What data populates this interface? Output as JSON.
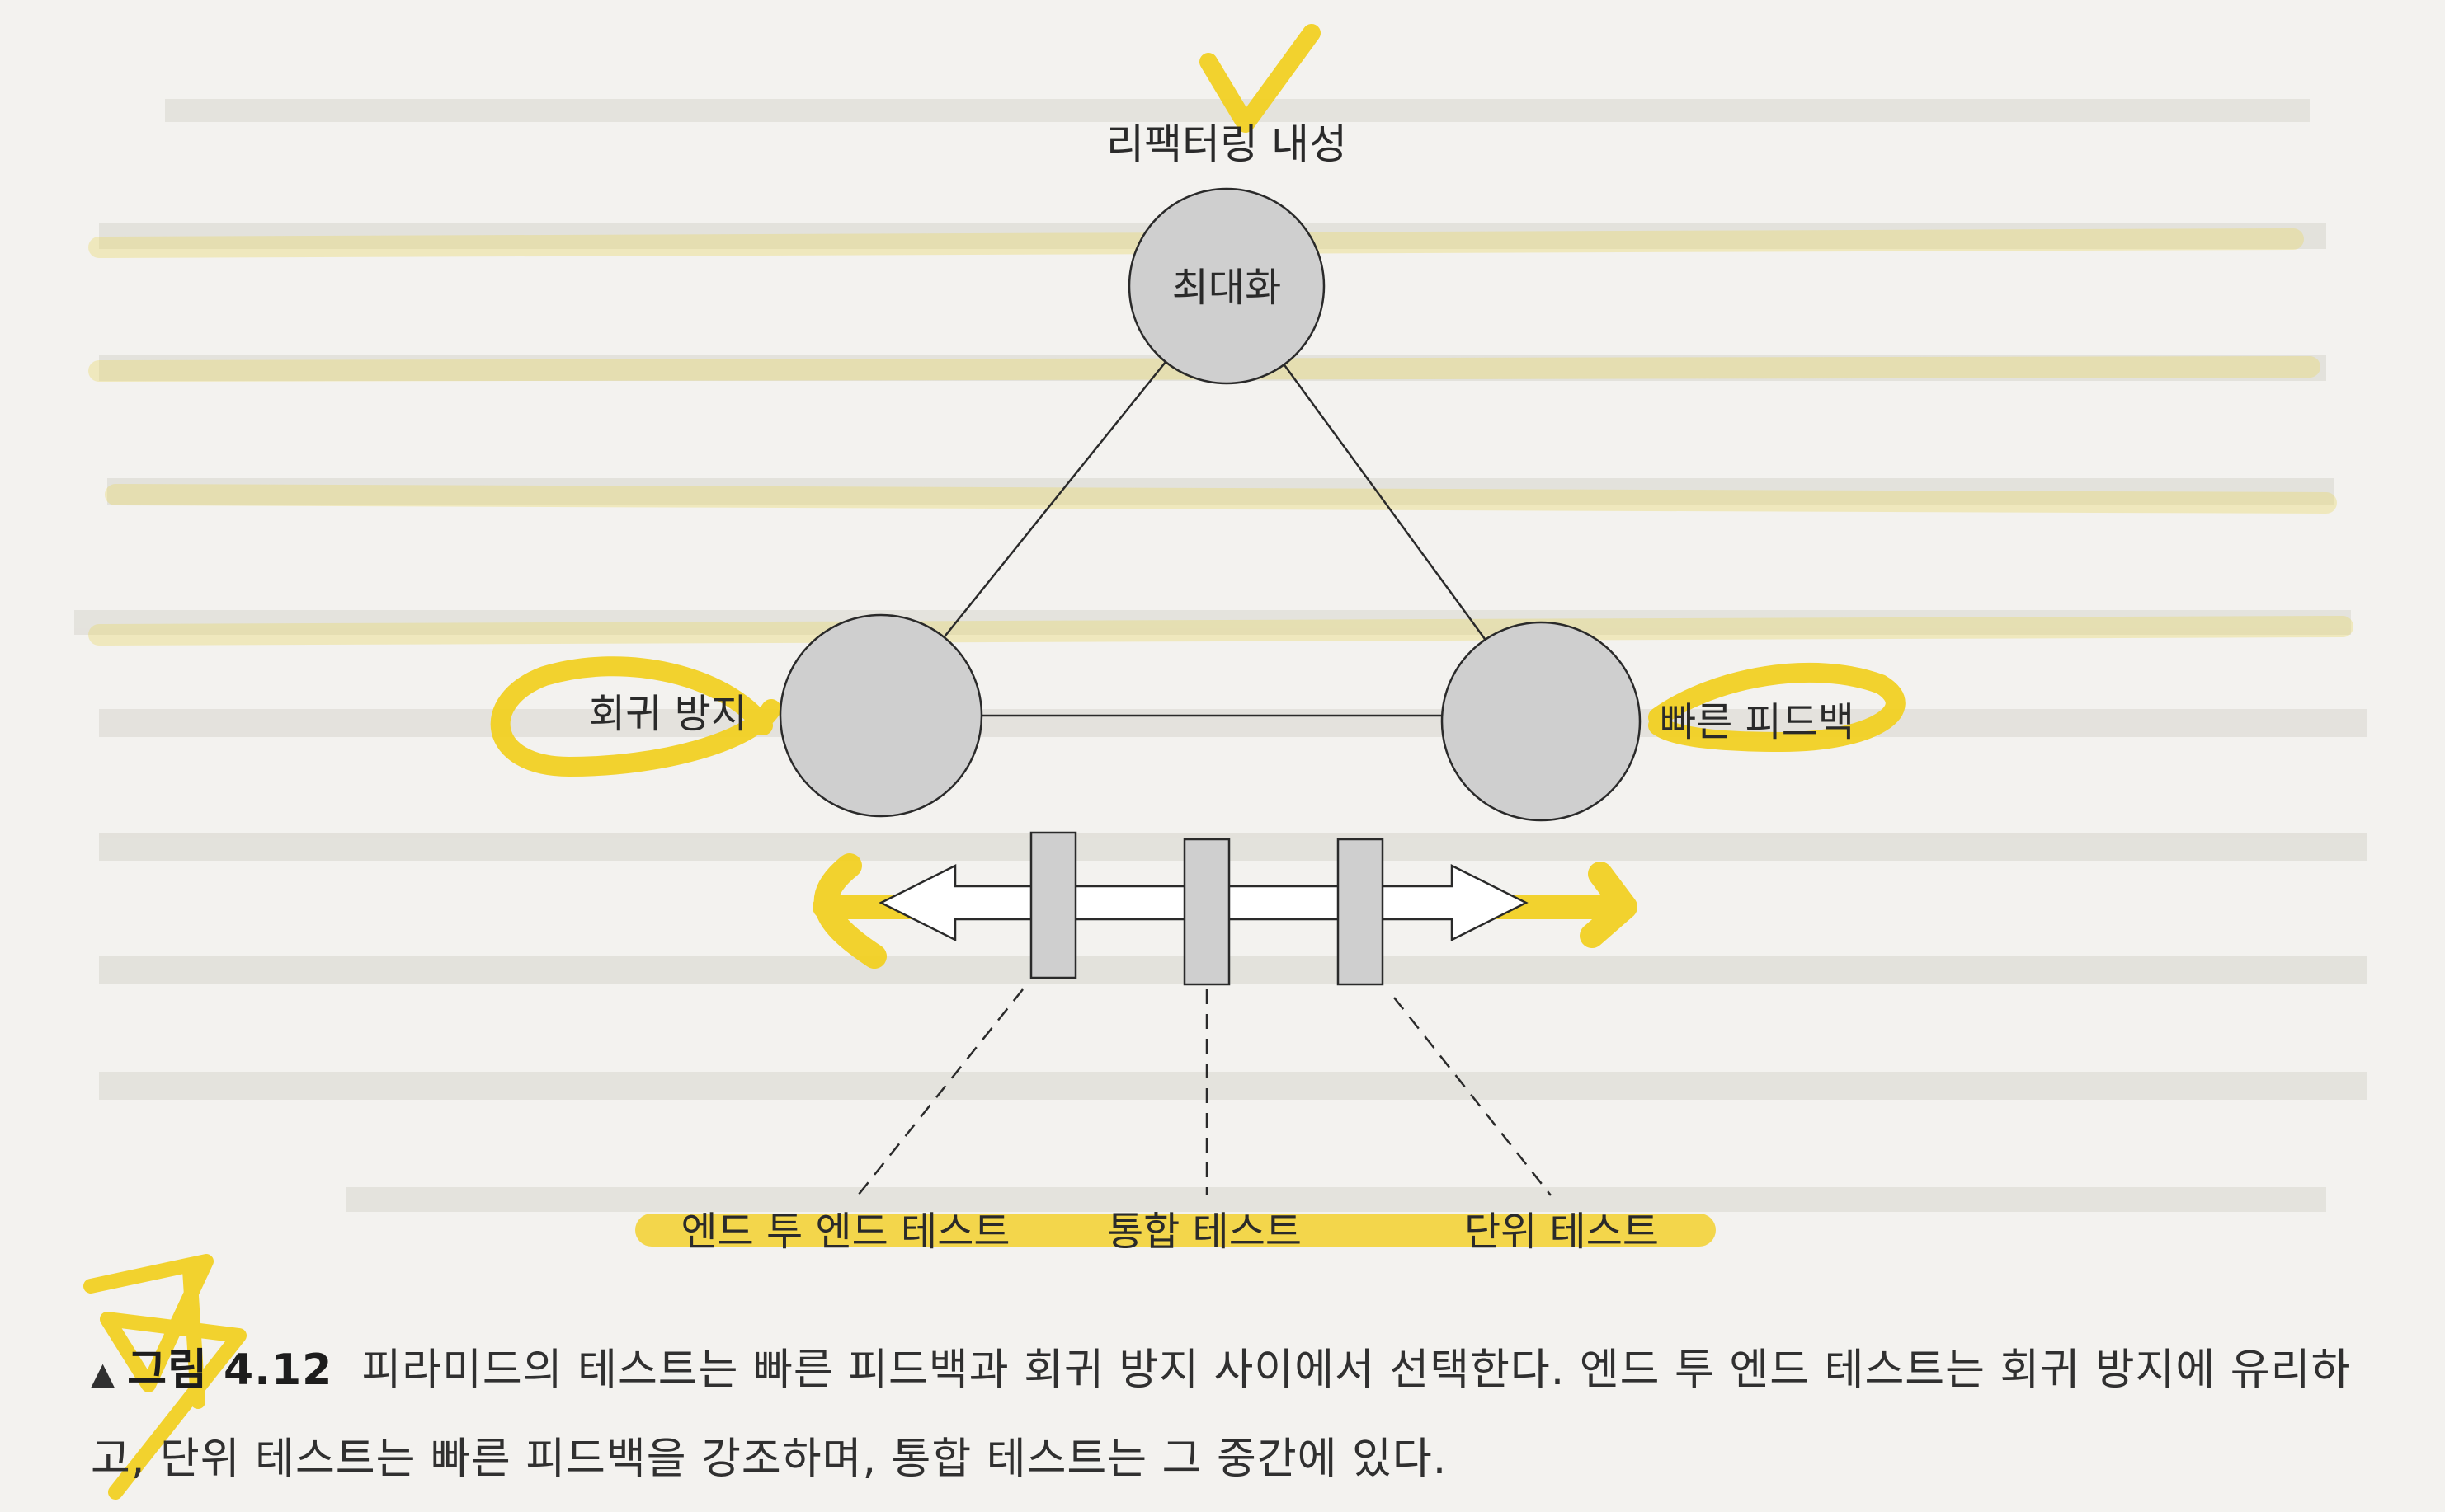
{
  "diagram": {
    "top_label": "리팩터링 내성",
    "top_node": "최대화",
    "left_label": "회귀 방지",
    "right_label": "빠른 피드백",
    "bottom_labels": [
      "엔드 투 엔드 테스트",
      "통합 테스트",
      "단위 테스트"
    ]
  },
  "caption": {
    "marker": "▲",
    "figure_number": "그림 4.12",
    "text": "피라미드의 테스트는 빠른 피드백과 회귀 방지 사이에서 선택한다. 엔드 투 엔드 테스트는 회귀 방지에 유리하고, 단위 테스트는 빠른 피드백을 강조하며, 통합 테스트는 그 중간에 있다."
  },
  "colors": {
    "highlighter": "#f2cf1d",
    "node_fill": "#cfcfcf",
    "paper": "#f3f2ef",
    "ink": "#2a2a2a"
  }
}
